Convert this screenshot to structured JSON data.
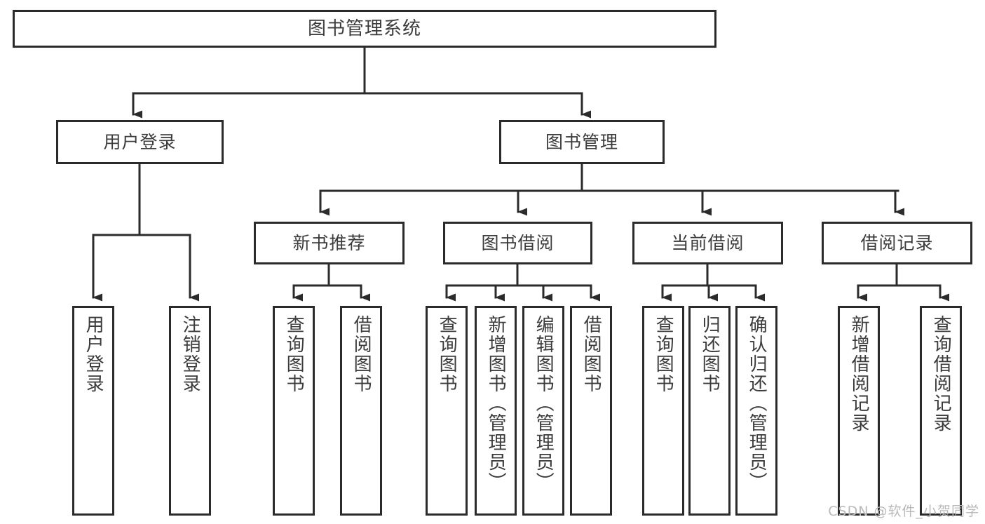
{
  "diagram": {
    "type": "tree",
    "title": "图书管理系统",
    "watermark": "CSDN @软件_小贺同学",
    "colors": {
      "box_border": "#2b2b2b",
      "box_fill": "#ffffff",
      "connector": "#2b2b2b",
      "text": "#3b3b3b",
      "watermark": "#b9b9b9",
      "background": "#ffffff"
    },
    "nodes": {
      "root": {
        "label": "图书管理系统"
      },
      "level2": [
        {
          "label": "用户登录"
        },
        {
          "label": "图书管理"
        }
      ],
      "level3": [
        {
          "label": "新书推荐"
        },
        {
          "label": "图书借阅"
        },
        {
          "label": "当前借阅"
        },
        {
          "label": "借阅记录"
        }
      ],
      "leaves": {
        "user_login": [
          {
            "label": "用户登录"
          },
          {
            "label": "注销登录"
          }
        ],
        "new_books": [
          {
            "label": "查询图书"
          },
          {
            "label": "借阅图书"
          }
        ],
        "book_borrow": [
          {
            "label": "查询图书"
          },
          {
            "label": "新增图书（管理员）"
          },
          {
            "label": "编辑图书（管理员）"
          },
          {
            "label": "借阅图书"
          }
        ],
        "current_borrow": [
          {
            "label": "查询图书"
          },
          {
            "label": "归还图书"
          },
          {
            "label": "确认归还（管理员）"
          }
        ],
        "borrow_records": [
          {
            "label": "新增借阅记录"
          },
          {
            "label": "查询借阅记录"
          }
        ]
      }
    }
  }
}
